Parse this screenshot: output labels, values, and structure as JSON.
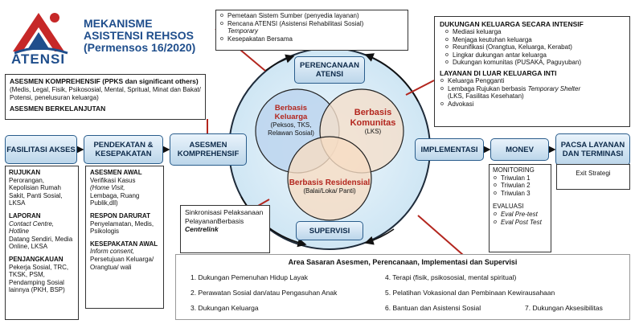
{
  "title": {
    "line1": "MEKANISME",
    "line2": "ASISTENSI REHSOS",
    "line3": "(Permensos 16/2020)",
    "logo_text": "ATENSI"
  },
  "top_center_box": {
    "items": [
      "Pemetaan Sistem Sumber (penyedia layanan)",
      "Rencana ATENSI (Asistensi Rehabilitasi Sosial)",
      "Kesepakatan Bersama"
    ],
    "item2_sub": "Temporary"
  },
  "asesmen_box": {
    "heading": "ASESMEN KOMPREHENSIF (PPKS dan significant others)",
    "text": "(Medis, Legal, Fisik, Psikososial, Mental, Spritual, Minat dan Bakat/ Potensi, penelusuran keluarga)",
    "heading2": "ASESMEN BERKELANJUTAN"
  },
  "right_top_box": {
    "heading1": "DUKUNGAN KELUARGA SECARA INTENSIF",
    "list1": [
      "Mediasi keluarga",
      "Menjaga keutuhan keluarga",
      "Reunifikasi (Orangtua, Keluarga, Kerabat)",
      "Lingkar dukungan antar keluarga",
      "Dukungan komunitas (PUSAKA, Paguyuban)"
    ],
    "heading2": "LAYANAN DI LUAR KELUARGA INTI",
    "list2_1": "Keluarga Pengganti",
    "list2_2_pre": "Lembaga Rujukan berbasis ",
    "list2_2_em": "Temporary Shelter",
    "list2_2_post": "(LKS, Fasilitas Kesehatan)",
    "list2_3": "Advokasi"
  },
  "flow": {
    "fasilitasi": "FASILITASI AKSES",
    "pendekatan": "PENDEKATAN & KESEPAKATAN",
    "asesmen": "ASESMEN KOMPREHENSIF",
    "perencanaan": "PERENCANAAN ATENSI",
    "supervisi": "SUPERVISI",
    "implementasi": "IMPLEMENTASI",
    "monev": "MONEV",
    "pacsa": "PACSA LAYANAN DAN TERMINASI"
  },
  "venn": {
    "keluarga_title": "Berbasis Keluarga",
    "keluarga_sub": "(Peksos, TKS, Relawan Sosial)",
    "komunitas_title": "Berbasis Komunitas",
    "komunitas_sub": "(LKS)",
    "residensial_title": "Berbasis Residensial",
    "residensial_sub": "(Balai/Loka/ Panti)"
  },
  "left_col": {
    "rujukan_h": "RUJUKAN",
    "rujukan_t": "Perorangan, Kepolisian Rumah Sakit, Panti Sosial, LKSA",
    "laporan_h": "LAPORAN",
    "laporan_i": "Contact Centre, Hotline",
    "laporan_t": "Datang Sendiri, Media Online, LKSA",
    "penjangkauan_h": "PENJANGKAUAN",
    "penjangkauan_t": "Pekerja Sosial, TRC, TKSK, PSM, Pendamping Sosial lainnya (PKH, BSP)"
  },
  "second_col": {
    "awal_h": "ASESMEN AWAL",
    "awal_t1": "Verifikasi Kasus",
    "awal_t2": "(Home Visit,",
    "awal_t3": "Lembaga, Ruang Publik,dll)",
    "respon_h": "RESPON DARURAT",
    "respon_t": "Penyelamatan, Medis, Psikologis",
    "kesepakatan_h": "KESEPAKATAN AWAL",
    "kesepakatan_i": "Inform consent,",
    "kesepakatan_t": "Persetujuan Keluarga/ Orangtua/ wali"
  },
  "sinkronisasi": {
    "text": "Sinkronisasi Pelaksanaan PelayananBerbasis",
    "em": "Centrelink"
  },
  "monev_box": {
    "monitoring": "MONITORING",
    "tri": [
      "Triwulan 1",
      "Triwulan 2",
      "Triwulan 3"
    ],
    "evaluasi": "EVALUASI",
    "eval1": "Eval Pre-test",
    "eval2": "Eval Post Test"
  },
  "pacsa_box": {
    "text": "Exit Strategi"
  },
  "bottom_box": {
    "title": "Area Sasaran Asesmen, Perencanaan, Implementasi dan Supervisi",
    "items": [
      "1. Dukungan Pemenuhan Hidup Layak",
      "2. Perawatan Sosial dan/atau Pengasuhan Anak",
      "3. Dukungan Keluarga",
      "4. Terapi (fisik, psikososial, mental spiritual)",
      "5. Pelatihan Vokasional dan Pembinaan Kewirausahaan",
      "6. Bantuan dan Asistensi Sosial",
      "7. Dukungan Aksesibilitas"
    ]
  },
  "colors": {
    "flow_fill": "#cfe2f1",
    "flow_border": "#2a5d8c",
    "connector_red": "#b3261e",
    "cycle_fill": "#d6ecf7",
    "keluarga_circle": "#bcd5ee",
    "komunitas_circle": "#f4dfcb",
    "residensial_circle": "#f6dcc3",
    "accent_red": "#b3261e",
    "logo_red": "#c62828",
    "logo_blue": "#1f4e8c"
  },
  "icons": {
    "logo": "atensi-logo-icon"
  }
}
